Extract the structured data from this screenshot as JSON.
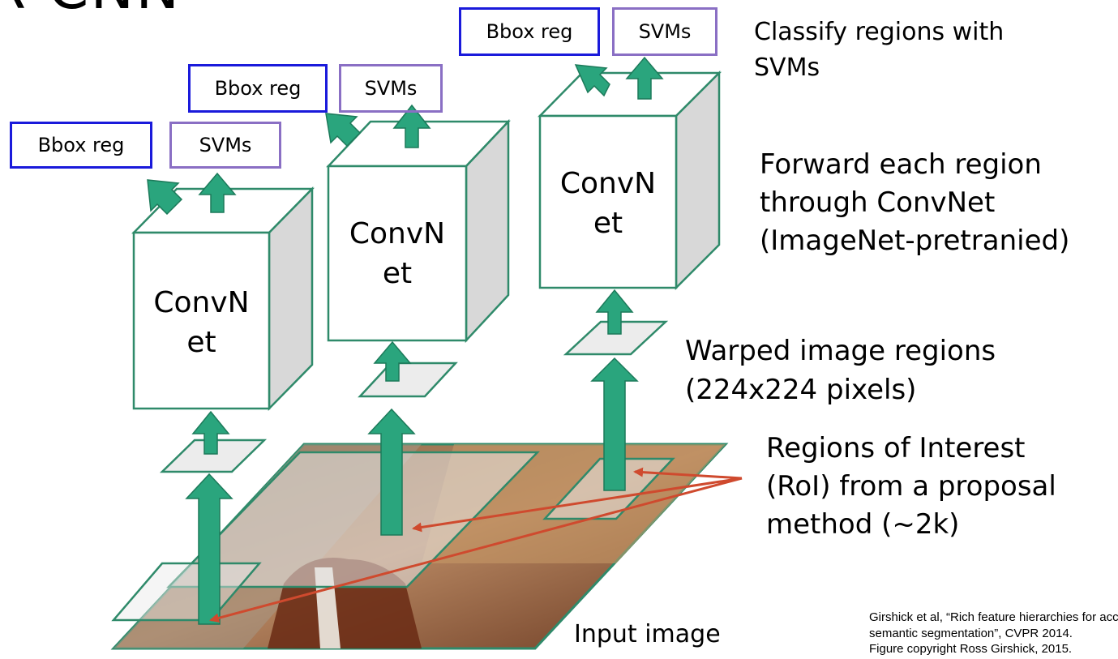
{
  "title_fragment": "R-CNN",
  "network_label_line1": "ConvN",
  "network_label_line2": "et",
  "bbox_label": "Bbox reg",
  "svm_label": "SVMs",
  "annotations": {
    "classify_line1": "Classify regions with",
    "classify_line2": "SVMs",
    "forward_line1": "Forward each region",
    "forward_line2": "through ConvNet",
    "forward_line3": "(ImageNet-pretranied)",
    "warped_line1": "Warped image regions",
    "warped_line2": "(224x224 pixels)",
    "roi_line1": "Regions of Interest",
    "roi_line2": "(RoI) from a proposal",
    "roi_line3": "method (~2k)",
    "input_image": "Input image"
  },
  "citation": {
    "line1": "Girshick et al, “Rich feature hierarchies for accurate object detection and",
    "line2": "semantic segmentation”, CVPR 2014.",
    "line3": "Figure copyright Ross Girshick, 2015."
  },
  "colors": {
    "arrow_green": "#2aa57d",
    "arrow_outline": "#1c7a5a",
    "box_outline": "#2f8a6a",
    "bbox_border": "#1a1adb",
    "svm_border": "#8a6fc4",
    "roi_arrow": "#cf4a2e",
    "region_fill": "#e8e8e8"
  }
}
